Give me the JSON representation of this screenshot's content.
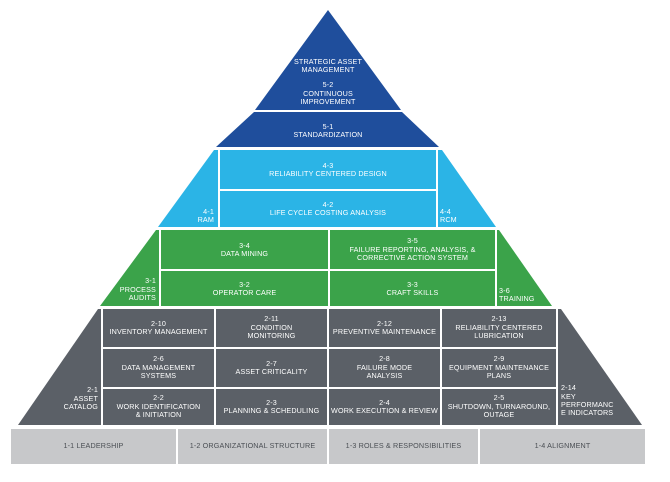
{
  "colors": {
    "level5": "#1f4e9c",
    "level4": "#2bb4e6",
    "level3": "#3ba34a",
    "level2": "#5b6067",
    "foundation": "#c7c8ca",
    "foundation_text": "#4b4f54",
    "text": "#ffffff"
  },
  "level5": {
    "apex": "STRATEGIC ASSET\nMANAGEMENT",
    "continuous": "5-2\nCONTINUOUS\nIMPROVEMENT",
    "standardization": "5-1\nSTANDARDIZATION"
  },
  "level4": {
    "rcd": "4-3\nRELIABILITY CENTERED DESIGN",
    "lcc": "4-2\nLIFE CYCLE COSTING ANALYSIS",
    "ram": "4-1\nRAM",
    "rcm": "4-4\nRCM"
  },
  "level3": {
    "data_mining": "3-4\nDATA MINING",
    "frac": "3-5\nFAILURE REPORTING, ANALYSIS, &\nCORRECTIVE ACTION SYSTEM",
    "operator_care": "3-2\nOPERATOR CARE",
    "craft_skills": "3-3\nCRAFT SKILLS",
    "process_audits": "3-1\nPROCESS\nAUDITS",
    "training": "3-6\nTRAINING"
  },
  "level2": {
    "inventory": "2-10\nINVENTORY MANAGEMENT",
    "condition": "2-11\nCONDITION\nMONITORING",
    "preventive": "2-12\nPREVENTIVE MAINTENANCE",
    "lubrication": "2-13\nRELIABILITY CENTERED\nLUBRICATION",
    "data_mgmt": "2-6\nDATA MANAGEMENT\nSYSTEMS",
    "criticality": "2-7\nASSET CRITICALITY",
    "fma": "2-8\nFAILURE MODE\nANALYSIS",
    "emp": "2-9\nEQUIPMENT MAINTENANCE\nPLANS",
    "work_id": "2-2\nWORK IDENTIFICATION\n& INITIATION",
    "planning": "2-3\nPLANNING & SCHEDULING",
    "execution": "2-4\nWORK EXECUTION & REVIEW",
    "shutdown": "2-5\nSHUTDOWN, TURNAROUND,\nOUTAGE",
    "asset_catalog": "2-1\nASSET\nCATALOG",
    "kpi": "2-14\nKEY\nPERFORMANC\nE INDICATORS"
  },
  "foundation": {
    "leadership": "1-1 LEADERSHIP",
    "org": "1-2 ORGANIZATIONAL STRUCTURE",
    "roles": "1-3 ROLES & RESPONSIBILITIES",
    "alignment": "1-4 ALIGNMENT"
  }
}
